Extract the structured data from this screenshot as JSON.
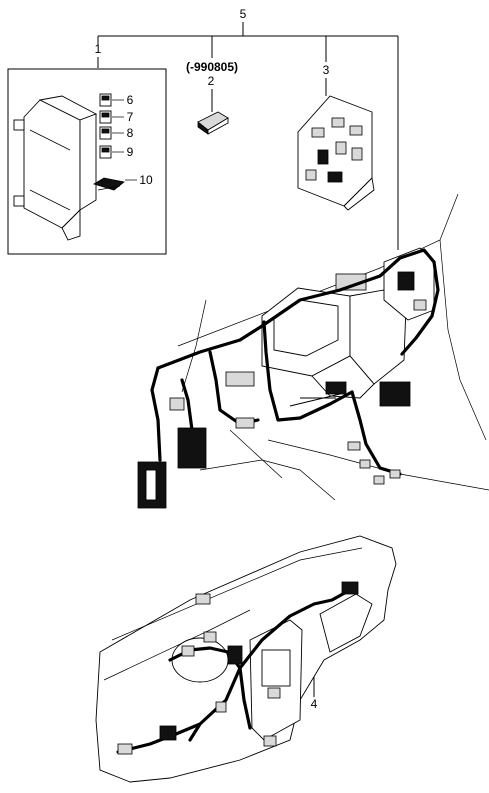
{
  "diagram": {
    "callouts": [
      {
        "id": "callout-5",
        "text": "5"
      },
      {
        "id": "callout-1",
        "text": "1"
      },
      {
        "id": "callout-2",
        "text": "2"
      },
      {
        "id": "callout-2-note",
        "text": "(-990805)"
      },
      {
        "id": "callout-3",
        "text": "3"
      },
      {
        "id": "callout-6",
        "text": "6"
      },
      {
        "id": "callout-7",
        "text": "7"
      },
      {
        "id": "callout-8",
        "text": "8"
      },
      {
        "id": "callout-9",
        "text": "9"
      },
      {
        "id": "callout-10",
        "text": "10"
      },
      {
        "id": "callout-4",
        "text": "4"
      }
    ]
  }
}
